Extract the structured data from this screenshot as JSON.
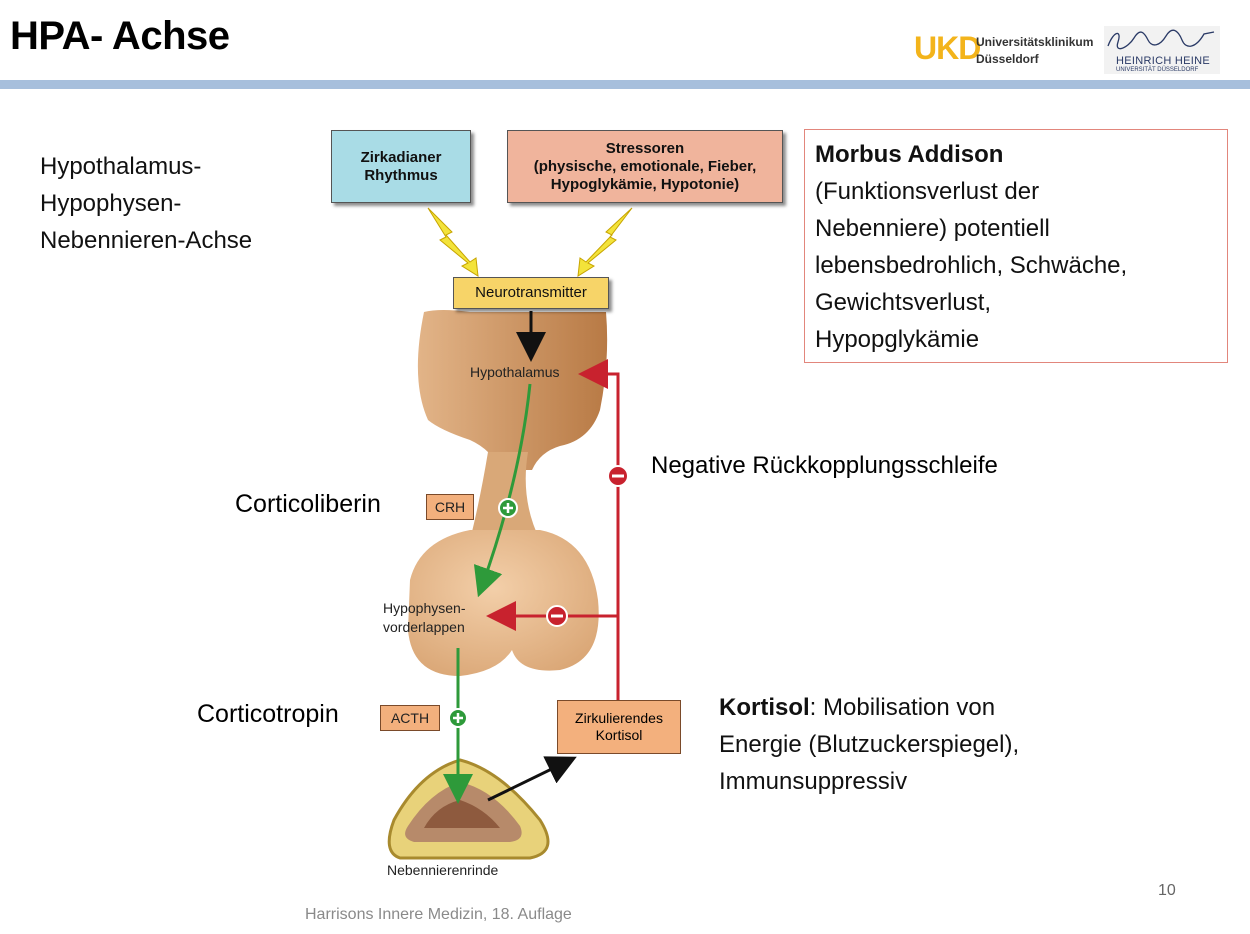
{
  "header": {
    "title": "HPA- Achse",
    "logo_ukd": "UKD",
    "logo_ukd_line1": "Universitätsklinikum",
    "logo_ukd_line2": "Düsseldorf",
    "logo_hh_line1": "HEINRICH HEINE",
    "logo_hh_line2": "UNIVERSITÄT DÜSSELDORF"
  },
  "left_label": {
    "line1": "Hypothalamus-",
    "line2": "Hypophysen-",
    "line3": "Nebennieren-Achse"
  },
  "morbus": {
    "heading": "Morbus Addison",
    "line1": "(Funktionsverlust der",
    "line2": "Nebenniere) potentiell",
    "line3": "lebensbedrohlich, Schwäche,",
    "line4": "Gewichtsverlust,",
    "line5": "Hypopglykämie"
  },
  "diagram": {
    "zirkadian_line1": "Zirkadianer",
    "zirkadian_line2": "Rhythmus",
    "stress_line1": "Stressoren",
    "stress_line2": "(physische, emotionale, Fieber,",
    "stress_line3": "Hypoglykämie, Hypotonie)",
    "neurotransmitter": "Neurotransmitter",
    "hypothalamus": "Hypothalamus",
    "hvl_line1": "Hypophysen-",
    "hvl_line2": "vorderlappen",
    "crh": "CRH",
    "acth": "ACTH",
    "zirk_kortisol_line1": "Zirkulierendes",
    "zirk_kortisol_line2": "Kortisol",
    "nnr": "Nebennierenrinde"
  },
  "labels": {
    "neg_feedback": "Negative Rückkopplungsschleife",
    "corticoliberin": "Corticoliberin",
    "corticotropin": "Corticotropin",
    "kortisol_bold": "Kortisol",
    "kortisol_rest1": ": Mobilisation von",
    "kortisol_line2": "Energie (Blutzuckerspiegel),",
    "kortisol_line3": "Immunsuppressiv"
  },
  "footer": {
    "source": "Harrisons Innere Medizin, 18. Auflage",
    "page": "10"
  },
  "colors": {
    "band": "#a7bfdc",
    "stimulate": "#2e9a3a",
    "inhibit": "#c8222e",
    "ukd": "#f3b41b"
  }
}
